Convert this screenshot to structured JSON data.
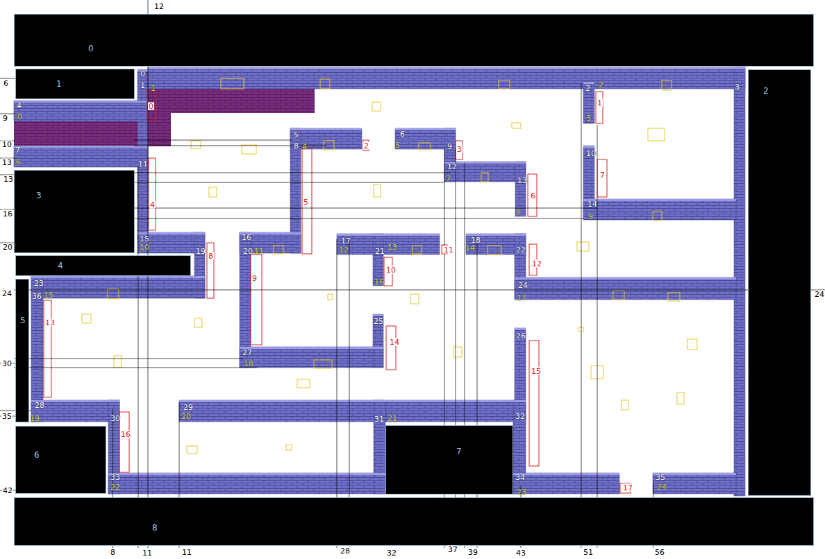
{
  "diagram": {
    "nodes": [
      {
        "text": [
          "0"
        ]
      },
      {
        "text": [
          "1"
        ]
      },
      {
        "text": [
          "2"
        ]
      },
      {
        "text": [
          "3"
        ]
      },
      {
        "text": [
          "4"
        ]
      },
      {
        "text": [
          "5"
        ]
      },
      {
        "text": [
          "6"
        ]
      },
      {
        "text": [
          "7"
        ]
      },
      {
        "text": [
          "8"
        ]
      }
    ],
    "labels": [
      "12",
      "6",
      "9",
      "10",
      "13",
      "13",
      "16",
      "20",
      "24",
      "30",
      "35",
      "42",
      "24",
      "8",
      "11",
      "11",
      "28",
      "32",
      "37",
      "39",
      "43",
      "51",
      "56",
      "0",
      "1",
      "4",
      "7",
      "2",
      "3",
      "5",
      "8",
      "6",
      "9",
      "12",
      "13",
      "10",
      "14",
      "11",
      "15",
      "19",
      "16",
      "20",
      "17",
      "21",
      "18",
      "22",
      "23",
      "36",
      "24",
      "25",
      "26",
      "27",
      "28",
      "30",
      "29",
      "31",
      "32",
      "33",
      "34",
      "35",
      "1",
      "2",
      "3",
      "0",
      "6",
      "4",
      "5",
      "7",
      "8",
      "9",
      "10",
      "11",
      "12",
      "13",
      "14",
      "15",
      "16",
      "17",
      "18",
      "19",
      "20",
      "21",
      "22",
      "23",
      "24",
      "0",
      "1",
      "2",
      "3",
      "4",
      "5",
      "6",
      "7",
      "8",
      "9",
      "10",
      "11",
      "12",
      "13",
      "14",
      "15",
      "16",
      "17"
    ]
  }
}
